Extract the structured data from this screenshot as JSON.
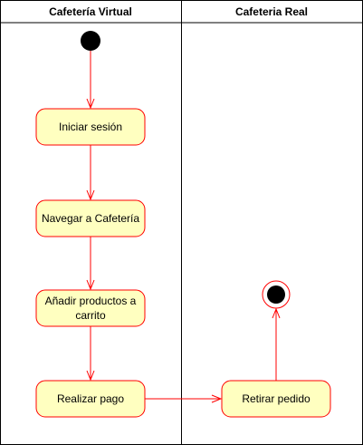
{
  "lanes": [
    {
      "title": "Cafetería Virtual"
    },
    {
      "title": "Cafeteria Real"
    }
  ],
  "actions": {
    "iniciar_sesion": "Iniciar sesión",
    "navegar": "Navegar a Cafetería",
    "anadir_line1": "Añadir productos a",
    "anadir_line2": "carrito",
    "realizar_pago": "Realizar pago",
    "retirar_pedido": "Retirar pedido"
  },
  "colors": {
    "action_fill": "#ffffc0",
    "action_stroke": "#ff0000",
    "arrow": "#ff0000",
    "node_fill": "#000000",
    "lane_border": "#000000"
  }
}
